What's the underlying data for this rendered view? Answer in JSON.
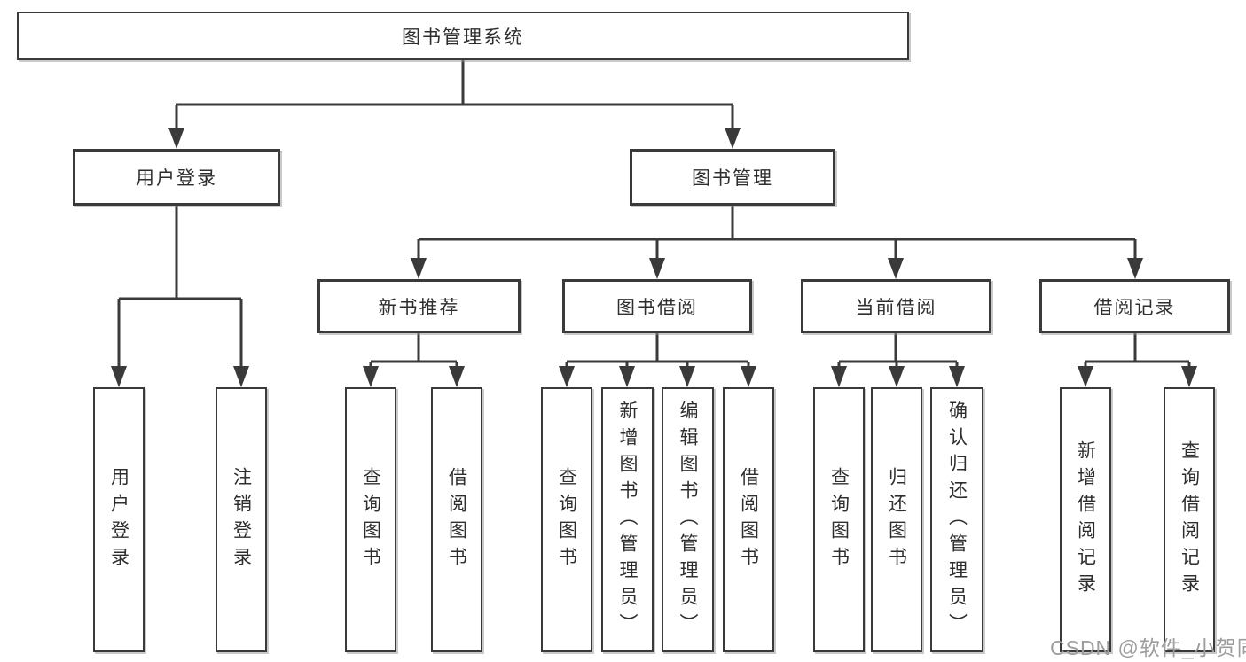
{
  "diagram": {
    "root": {
      "label": "图书管理系统"
    },
    "branches": [
      {
        "label": "用户登录",
        "children": [
          {
            "label": "用户登录"
          },
          {
            "label": "注销登录"
          }
        ]
      },
      {
        "label": "图书管理",
        "children": [
          {
            "label": "新书推荐",
            "children": [
              {
                "label": "查询图书"
              },
              {
                "label": "借阅图书"
              }
            ]
          },
          {
            "label": "图书借阅",
            "children": [
              {
                "label": "查询图书"
              },
              {
                "label": "新增图书（管理员）"
              },
              {
                "label": "编辑图书（管理员）"
              },
              {
                "label": "借阅图书"
              }
            ]
          },
          {
            "label": "当前借阅",
            "children": [
              {
                "label": "查询图书"
              },
              {
                "label": "归还图书"
              },
              {
                "label": "确认归还（管理员）"
              }
            ]
          },
          {
            "label": "借阅记录",
            "children": [
              {
                "label": "新增借阅记录"
              },
              {
                "label": "查询借阅记录"
              }
            ]
          }
        ]
      }
    ]
  },
  "watermark": {
    "text": "CSDN @软件_小贺同学"
  },
  "colors": {
    "line": "#3a3a3a",
    "text": "#2e2e2e",
    "watermark": "#9d9d9d",
    "background": "#ffffff"
  }
}
